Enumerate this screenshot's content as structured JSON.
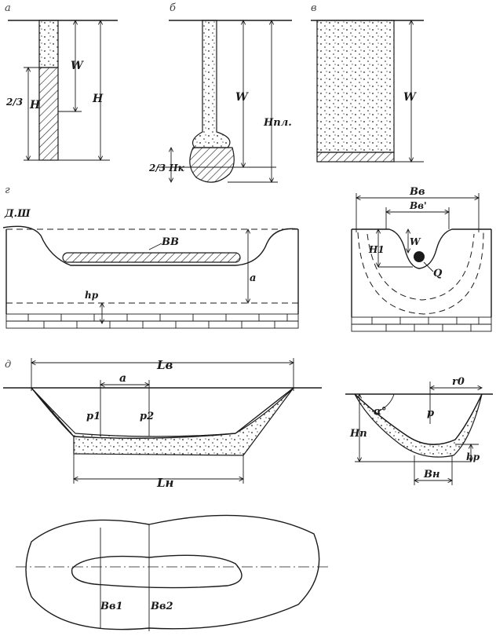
{
  "panels": {
    "a": {
      "tag": "а",
      "labels": {
        "W": "W",
        "H_inner": "Н",
        "H_outer": "Н",
        "two_thirds": "2/3"
      }
    },
    "b": {
      "tag": "б",
      "labels": {
        "W": "W",
        "H_pl": "Нпл.",
        "two_thirds_Hk": "2/3 Нк"
      }
    },
    "v": {
      "tag": "в",
      "labels": {
        "W": "W"
      }
    },
    "g": {
      "tag": "г",
      "labels": {
        "DSh": "Д.Ш",
        "BB": "ВВ",
        "a": "а",
        "h_p": "hр",
        "B_B": "Вв",
        "B_B_prime": "Вв'",
        "H1": "Н1",
        "W": "W",
        "Q": "Q"
      }
    },
    "d": {
      "tag": "д",
      "labels": {
        "L_B": "Lв",
        "a": "а",
        "p1": "р1",
        "p2": "р2",
        "L_H": "Lн",
        "r0": "r0",
        "alpha": "α°",
        "p": "р",
        "H_n": "Нп",
        "h_p": "hр",
        "B_H": "Вн",
        "B_B1": "Вв1",
        "B_B2": "Вв2"
      }
    }
  }
}
